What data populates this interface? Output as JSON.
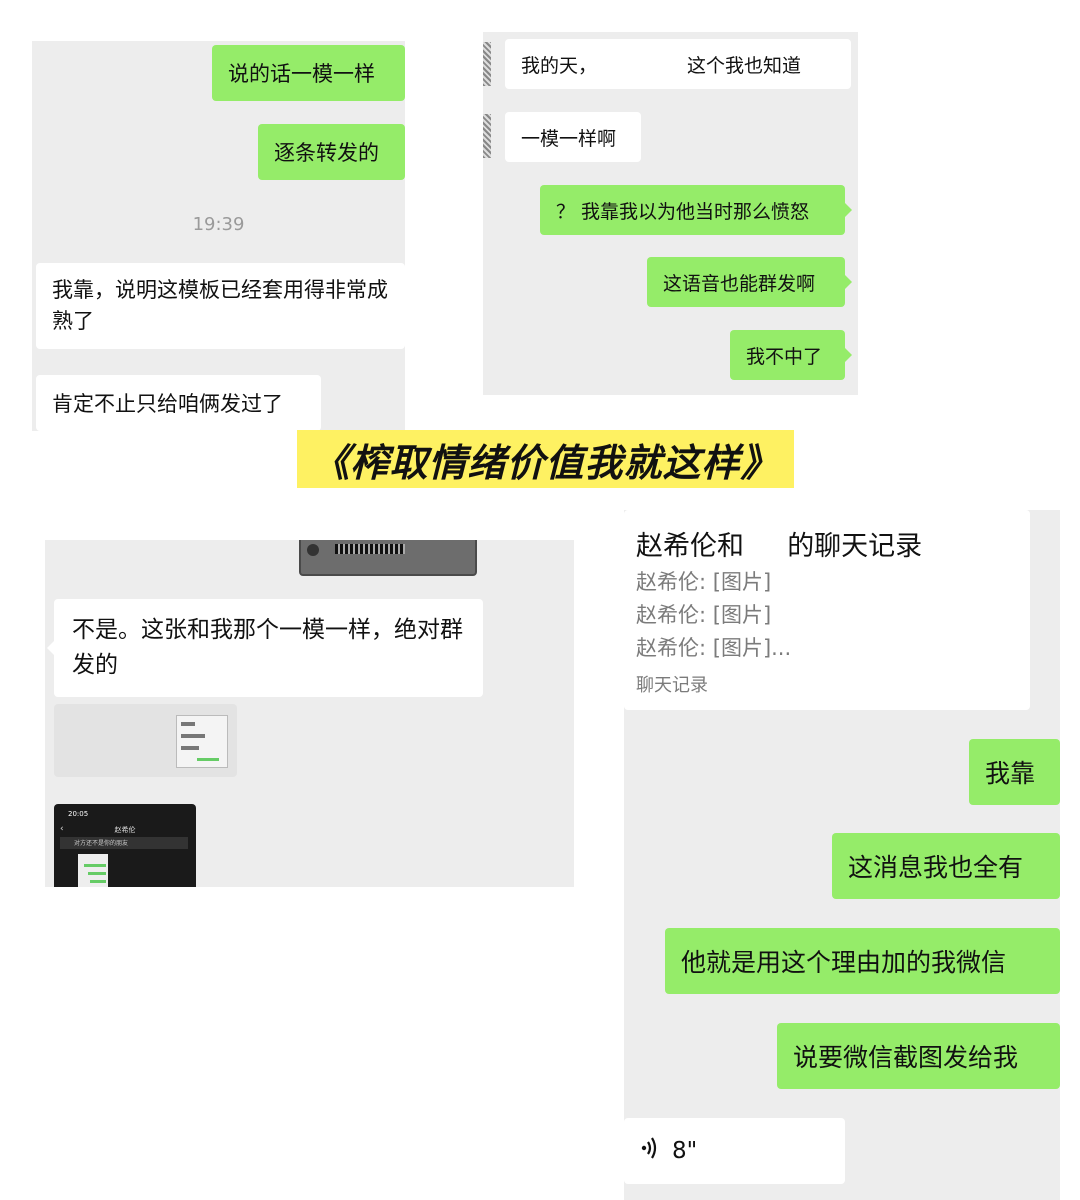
{
  "panel_a": {
    "msg1": "说的话一模一样",
    "msg2": "逐条转发的",
    "time": "19:39",
    "msg3": "我靠，说明这模板已经套用得非常成熟了",
    "msg4": "肯定不止只给咱俩发过了"
  },
  "panel_b": {
    "msg1_start": "我的天，",
    "msg1_end": "这个我也知道",
    "msg2": "一模一样啊",
    "msg3": "？ 我靠我以为他当时那么愤怒",
    "msg4": "这语音也能群发啊",
    "msg5": "我不中了"
  },
  "caption": "《榨取情绪价值我就这样》",
  "panel_c": {
    "msg1": "不是。这张和我那个一模一样，绝对群发的",
    "phone_time": "20:05",
    "phone_title": "赵希伦",
    "phone_notice": "对方还不是你的朋友"
  },
  "panel_d": {
    "record_title_start": "赵希伦和",
    "record_title_end": "的聊天记录",
    "record_lines": [
      "赵希伦: [图片]",
      "赵希伦: [图片]",
      "赵希伦: [图片]..."
    ],
    "record_footer": "聊天记录",
    "msg1": "我靠",
    "msg2": "这消息我也全有",
    "msg3": "他就是用这个理由加的我微信",
    "msg4": "说要微信截图发给我",
    "voice_duration": "8\""
  },
  "colors": {
    "green_bubble": "#95ec69",
    "chat_bg": "#ededed",
    "caption_bg": "#fef162"
  }
}
